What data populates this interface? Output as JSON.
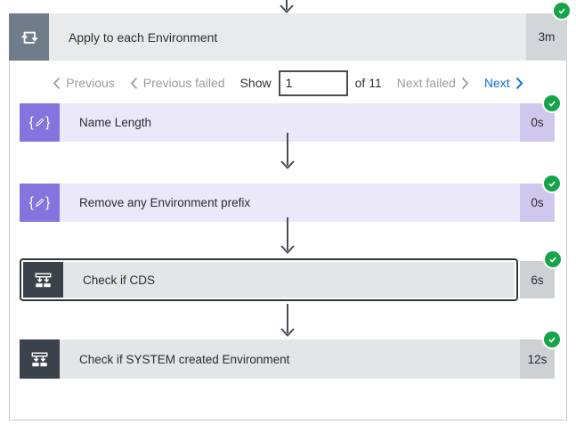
{
  "scope": {
    "title": "Apply to each Environment",
    "duration": "3m",
    "status": "succeeded"
  },
  "pagination": {
    "previous_label": "Previous",
    "previous_failed_label": "Previous failed",
    "show_label": "Show",
    "page_value": "1",
    "of_label": "of 11",
    "next_failed_label": "Next failed",
    "next_label": "Next"
  },
  "actions": [
    {
      "title": "Name Length",
      "duration": "0s",
      "type": "compose",
      "status": "succeeded"
    },
    {
      "title": "Remove any Environment prefix",
      "duration": "0s",
      "type": "compose",
      "status": "succeeded"
    },
    {
      "title": "Check if CDS",
      "duration": "6s",
      "type": "condition",
      "status": "succeeded",
      "selected": true
    },
    {
      "title": "Check if SYSTEM created Environment",
      "duration": "12s",
      "type": "condition",
      "status": "succeeded"
    }
  ],
  "colors": {
    "success_green": "#16a34a",
    "compose_purple": "#8573de",
    "compose_light": "#ebe8fa",
    "condition_dark": "#3a434c",
    "scope_gray": "#6f7c8a",
    "next_link_blue": "#0b6fd4"
  }
}
